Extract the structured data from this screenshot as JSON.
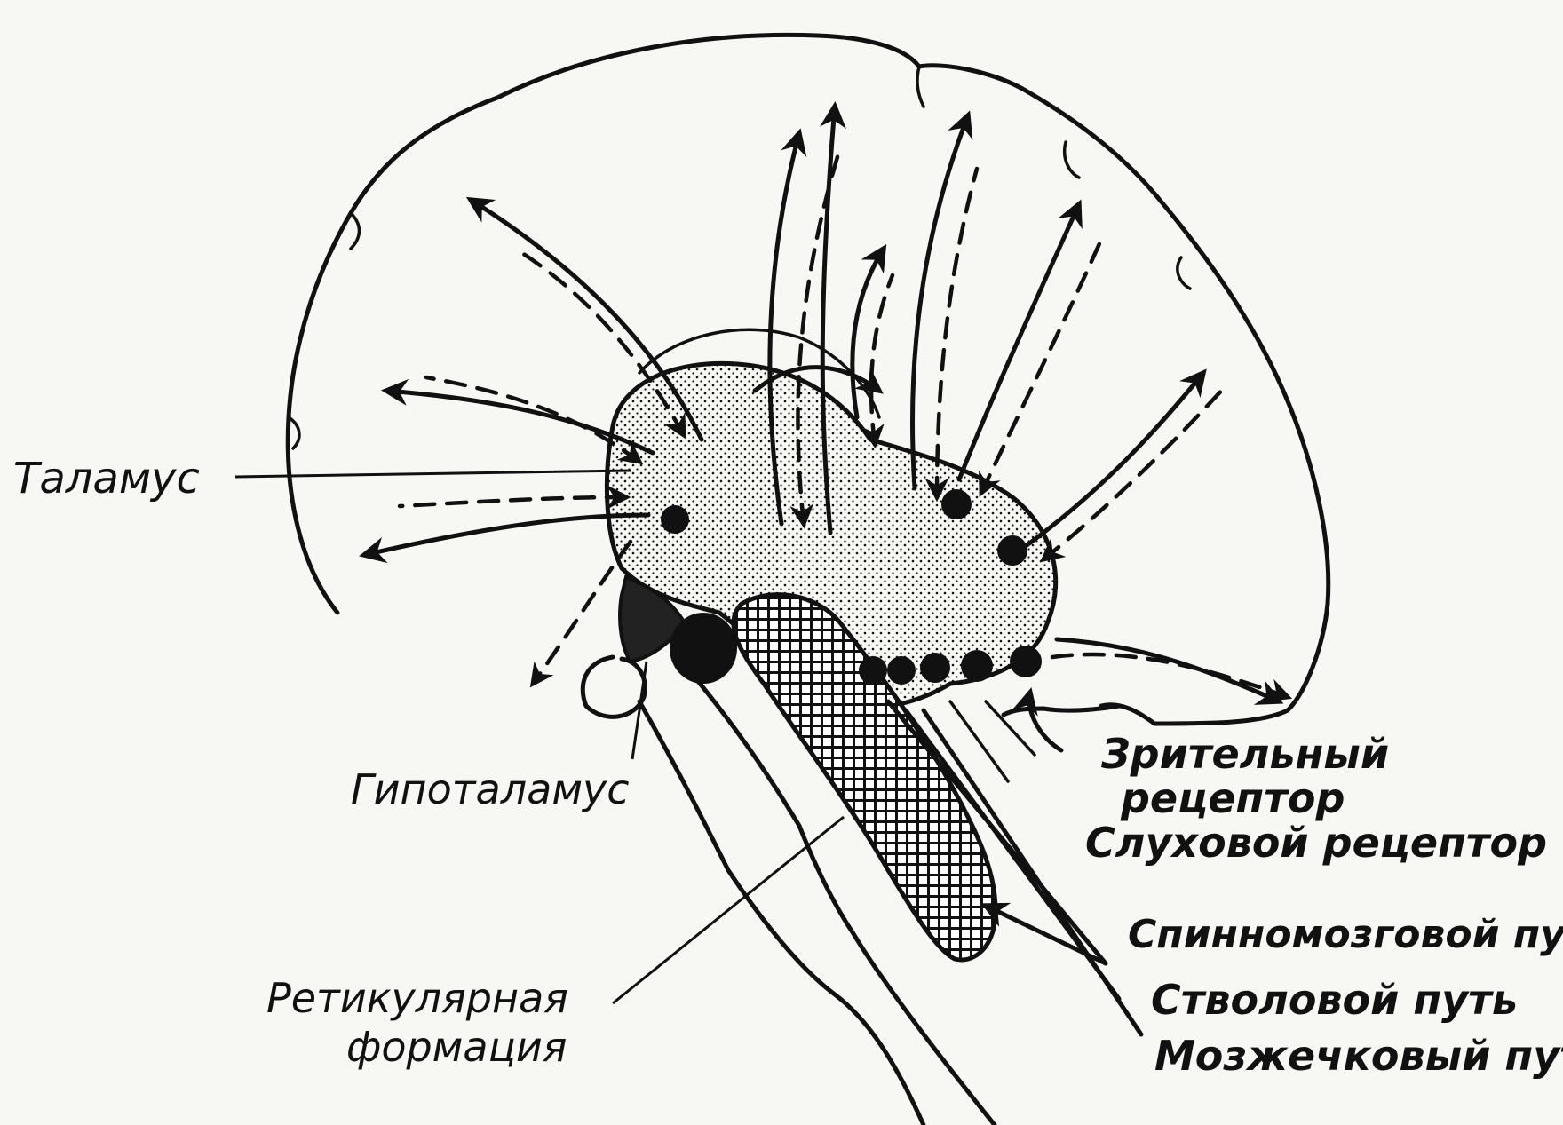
{
  "labels": {
    "thalamus": "Таламус",
    "hypothalamus": "Гипоталамус",
    "reticular_line1": "Ретикулярная",
    "reticular_line2": "формация",
    "visual_line1": "Зрительный",
    "visual_line2": "рецептор",
    "auditory": "Слуховой рецептор",
    "spinal": "Спинномозговой путь",
    "stem": "Стволовой путь",
    "cerebellar": "Мозжечковый путь"
  },
  "colors": {
    "ink": "#111111",
    "paper": "#f7f7f4"
  }
}
